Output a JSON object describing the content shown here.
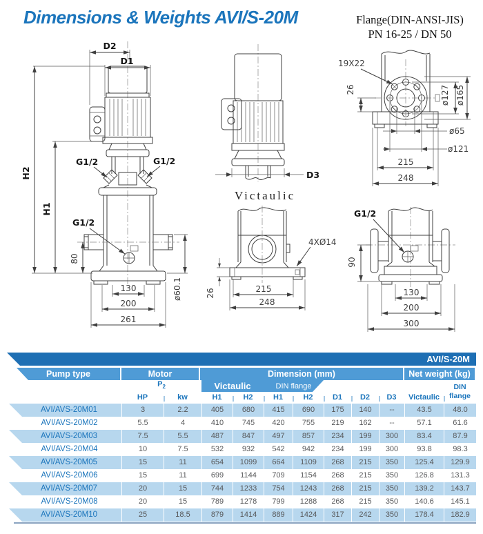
{
  "header": {
    "title": "Dimensions & Weights AVI/S-20M",
    "flange_note_line1": "Flange(DIN-ANSI-JIS)",
    "flange_note_line2": "PN 16-25 / DN 50"
  },
  "drawings": {
    "front_view": {
      "d2": "D2",
      "d1": "D1",
      "h2": "H2",
      "h1": "H1",
      "g12_left": "G1/2",
      "g12_right": "G1/2",
      "g12_drain": "G1/2",
      "dim_80": "80",
      "dim_130": "130",
      "dim_200": "200",
      "dim_261": "261",
      "dia_601": "ø60.1"
    },
    "side_view": {
      "caption": "Victaulic",
      "d3": "D3",
      "holes": "4XØ14",
      "dim_26": "26",
      "dim_215": "215",
      "dim_248": "248"
    },
    "flange_view": {
      "slot": "19X22",
      "dim_26": "26",
      "dia_127": "ø127",
      "dia_165": "ø165",
      "dia_65": "ø65",
      "dia_121": "ø121",
      "dim_215": "215",
      "dim_248": "248"
    },
    "din_base_view": {
      "g12": "G1/2",
      "dim_90": "90",
      "dim_130": "130",
      "dim_200": "200",
      "dim_300": "300"
    }
  },
  "table": {
    "band_title": "AVI/S-20M",
    "group_pump_type": "Pump type",
    "group_motor": "Motor",
    "group_dimension": "Dimension (mm)",
    "group_net_weight": "Net weight (kg)",
    "sub_p2_base": "P",
    "sub_p2_sub": "2",
    "sub_victaulic": "Victaulic",
    "sub_din_flange": "DIN flange",
    "col_hp": "HP",
    "col_kw": "kw",
    "col_h1_vic": "H1",
    "col_h2_vic": "H2",
    "col_h1_din": "H1",
    "col_h2_din": "H2",
    "col_d1": "D1",
    "col_d2": "D2",
    "col_d3": "D3",
    "col_net_victaulic": "Victaulic",
    "col_net_din_line1": "DIN",
    "col_net_din_line2": "flange",
    "rows": [
      {
        "pump_type": "AVI/AVS-20M01",
        "values": [
          "3",
          "2.2",
          "405",
          "680",
          "415",
          "690",
          "175",
          "140",
          "--",
          "43.5",
          "48.0"
        ]
      },
      {
        "pump_type": "AVI/AVS-20M02",
        "values": [
          "5.5",
          "4",
          "410",
          "745",
          "420",
          "755",
          "219",
          "162",
          "--",
          "57.1",
          "61.6"
        ]
      },
      {
        "pump_type": "AVI/AVS-20M03",
        "values": [
          "7.5",
          "5.5",
          "487",
          "847",
          "497",
          "857",
          "234",
          "199",
          "300",
          "83.4",
          "87.9"
        ]
      },
      {
        "pump_type": "AVI/AVS-20M04",
        "values": [
          "10",
          "7.5",
          "532",
          "932",
          "542",
          "942",
          "234",
          "199",
          "300",
          "93.8",
          "98.3"
        ]
      },
      {
        "pump_type": "AVI/AVS-20M05",
        "values": [
          "15",
          "11",
          "654",
          "1099",
          "664",
          "1109",
          "268",
          "215",
          "350",
          "125.4",
          "129.9"
        ]
      },
      {
        "pump_type": "AVI/AVS-20M06",
        "values": [
          "15",
          "11",
          "699",
          "1144",
          "709",
          "1154",
          "268",
          "215",
          "350",
          "126.8",
          "131.3"
        ]
      },
      {
        "pump_type": "AVI/AVS-20M07",
        "values": [
          "20",
          "15",
          "744",
          "1233",
          "754",
          "1243",
          "268",
          "215",
          "350",
          "139.2",
          "143.7"
        ]
      },
      {
        "pump_type": "AVI/AVS-20M08",
        "values": [
          "20",
          "15",
          "789",
          "1278",
          "799",
          "1288",
          "268",
          "215",
          "350",
          "140.6",
          "145.1"
        ]
      },
      {
        "pump_type": "AVI/AVS-20M10",
        "values": [
          "25",
          "18.5",
          "879",
          "1414",
          "889",
          "1424",
          "317",
          "242",
          "350",
          "178.4",
          "182.9"
        ]
      }
    ]
  },
  "colors": {
    "band_dark": "#1e6fb4",
    "header_blue": "#4f9bd6",
    "row_stripe": "#b7d7ee",
    "text_blue": "#1b75bc",
    "text_gray": "#57585a",
    "rule": "#8aa3c0"
  }
}
